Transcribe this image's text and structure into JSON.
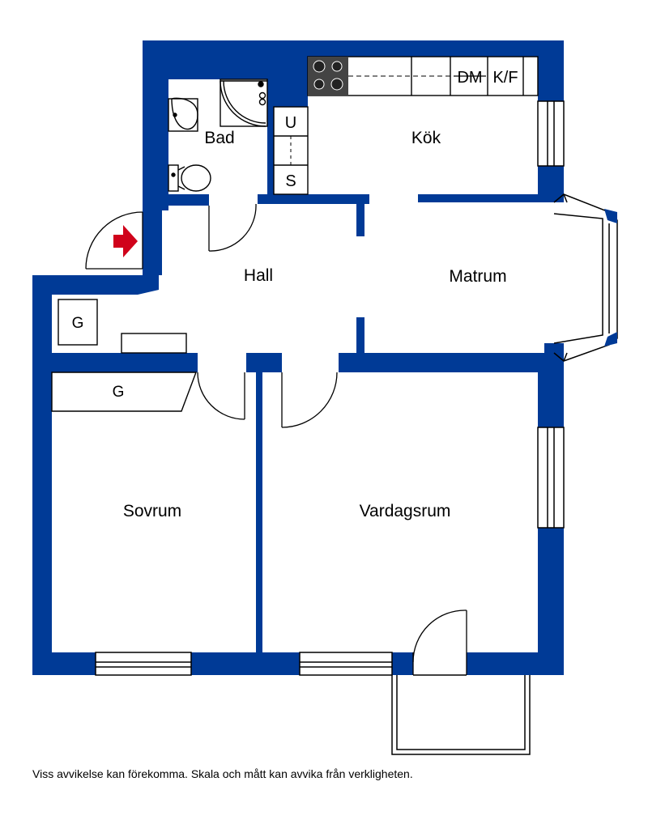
{
  "rooms": {
    "bad": "Bad",
    "kok": "Kök",
    "hall": "Hall",
    "matrum": "Matrum",
    "sovrum": "Sovrum",
    "vardagsrum": "Vardagsrum"
  },
  "fixtures": {
    "u": "U",
    "s": "S",
    "dm": "DM",
    "kf": "K/F",
    "g_hall": "G",
    "g_sovrum": "G"
  },
  "disclaimer": "Viss avvikelse kan förekomma. Skala och mått kan avvika från verkligheten.",
  "colors": {
    "wall": "#003a96",
    "entrance_arrow": "#d0021b",
    "stove": "#444444",
    "line": "#000000"
  },
  "icons": [
    "entrance-arrow-icon",
    "stove-icon",
    "toilet-icon",
    "sink-icon",
    "shower-icon"
  ]
}
